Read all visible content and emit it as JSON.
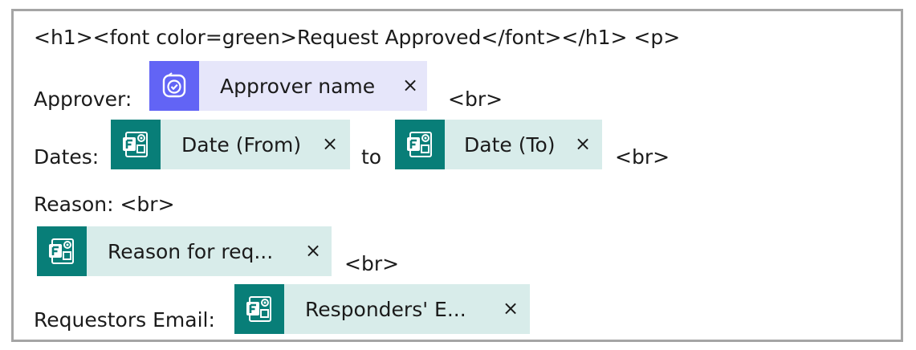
{
  "editor": {
    "line1": "<h1><font color=green>Request Approved</font></h1> <p>",
    "approver_label": "Approver:",
    "br": "<br>",
    "dates_label": "Dates:",
    "to_text": "to",
    "reason_label": "Reason: <br>",
    "requestors_label": "Requestors Email:"
  },
  "tokens": {
    "approver": {
      "label": "Approver name",
      "icon": "approvals-icon",
      "color": "#6264f5"
    },
    "date_from": {
      "label": "Date (From)",
      "icon": "forms-icon",
      "color": "#087e78"
    },
    "date_to": {
      "label": "Date (To)",
      "icon": "forms-icon",
      "color": "#087e78"
    },
    "reason": {
      "label": "Reason for req...",
      "icon": "forms-icon",
      "color": "#087e78"
    },
    "responders": {
      "label": "Responders' E...",
      "icon": "forms-icon",
      "color": "#087e78"
    },
    "remove_symbol": "×"
  }
}
